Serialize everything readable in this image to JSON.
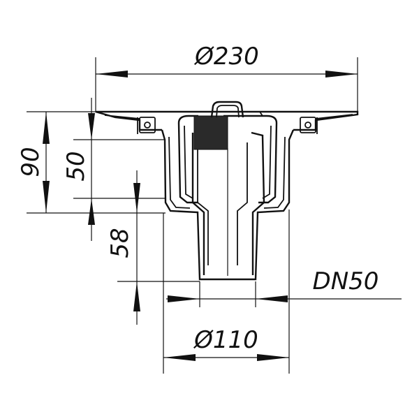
{
  "dimensions": {
    "top_diameter": "Ø230",
    "bottom_diameter": "Ø110",
    "outlet": "DN50",
    "height_total": "90",
    "height_body": "50",
    "height_outlet": "58"
  }
}
